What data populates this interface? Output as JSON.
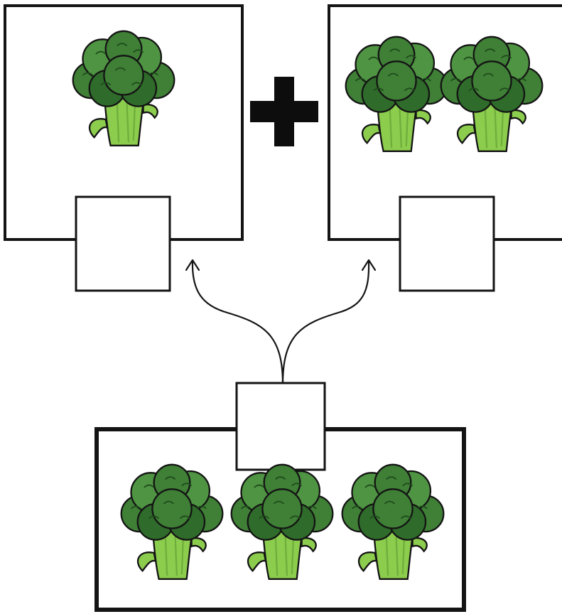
{
  "diagram": {
    "type": "addition-number-bond",
    "operator": "+",
    "parts": [
      {
        "id": "left-part",
        "broccoli_count": 1,
        "answer_box": ""
      },
      {
        "id": "right-part",
        "broccoli_count": 2,
        "answer_box": ""
      }
    ],
    "whole": {
      "id": "whole",
      "broccoli_count": 3,
      "answer_box": ""
    },
    "icon": "broccoli-icon",
    "colors": {
      "outline": "#141414",
      "floret_dark": "#2f6b2a",
      "floret_mid": "#3f7f36",
      "floret_light": "#4f9443",
      "stalk": "#8ccd4e",
      "stalk_shadow": "#6fae3c"
    }
  }
}
